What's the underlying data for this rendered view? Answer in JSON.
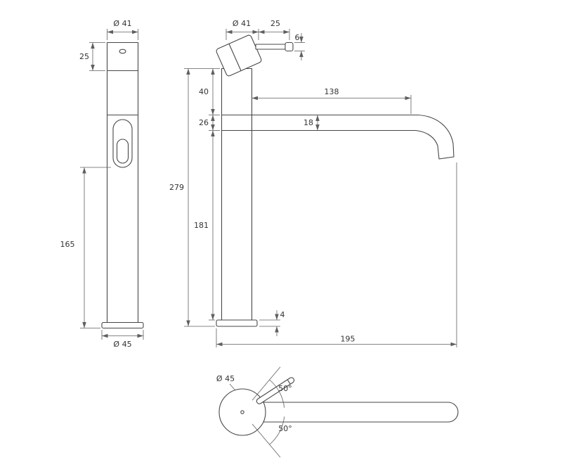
{
  "colors": {
    "outline": "#474747",
    "dimension": "#5f5f5f",
    "text": "#333333",
    "background": "#ffffff"
  },
  "front": {
    "top_diameter": "Ø 41",
    "cap_height": "25",
    "outlet_to_base": "165",
    "base_diameter": "Ø 45"
  },
  "side": {
    "top_diameter": "Ø 41",
    "lever_length": "25",
    "lever_diameter": "6",
    "cap_to_spout": "40",
    "spout_section": "26",
    "overall_height": "279",
    "lower_body": "181",
    "spout_reach": "138",
    "spout_diameter": "18",
    "base_height": "4",
    "overall_reach": "195"
  },
  "top": {
    "base_diameter": "Ø 45",
    "swing_upper": "50°",
    "swing_lower": "50°"
  }
}
